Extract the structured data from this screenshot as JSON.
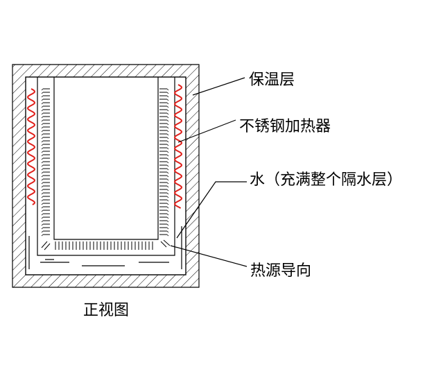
{
  "labels": {
    "insulation": "保温层",
    "heater": "不锈钢加热器",
    "water": "水（充满整个隔水层）",
    "heat_guide": "热源导向",
    "caption": "正视图"
  },
  "colors": {
    "line": "#000000",
    "heater": "#e0201b",
    "background": "#ffffff"
  }
}
